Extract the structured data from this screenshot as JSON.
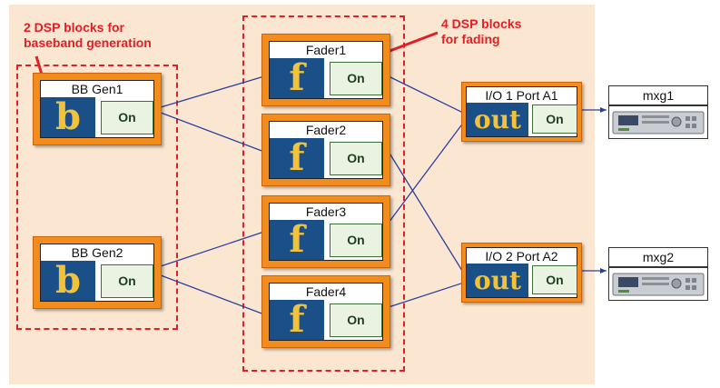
{
  "annotations": {
    "baseband": [
      "2 DSP blocks for",
      "baseband generation"
    ],
    "fading": [
      "4 DSP blocks",
      "for fading"
    ]
  },
  "blocks": {
    "bbgen1": {
      "title": "BB Gen1",
      "glyph": "b",
      "button": "On"
    },
    "bbgen2": {
      "title": "BB Gen2",
      "glyph": "b",
      "button": "On"
    },
    "fader1": {
      "title": "Fader1",
      "glyph": "f",
      "button": "On"
    },
    "fader2": {
      "title": "Fader2",
      "glyph": "f",
      "button": "On"
    },
    "fader3": {
      "title": "Fader3",
      "glyph": "f",
      "button": "On"
    },
    "fader4": {
      "title": "Fader4",
      "glyph": "f",
      "button": "On"
    },
    "io1": {
      "title": "I/O 1 Port A1",
      "glyph": "out",
      "button": "On"
    },
    "io2": {
      "title": "I/O 2 Port A2",
      "glyph": "out",
      "button": "On"
    }
  },
  "devices": {
    "mxg1": {
      "title": "mxg1",
      "icon": "signal-generator-icon"
    },
    "mxg2": {
      "title": "mxg2",
      "icon": "signal-generator-icon"
    }
  },
  "colors": {
    "annotation": "#e31e24",
    "block_frame": "#f28c1c",
    "glyph_bg": "#1b4f88",
    "glyph_fg": "#f2c23a",
    "wire": "#2a3f9e",
    "panel_bg": "#fbe7d1"
  }
}
